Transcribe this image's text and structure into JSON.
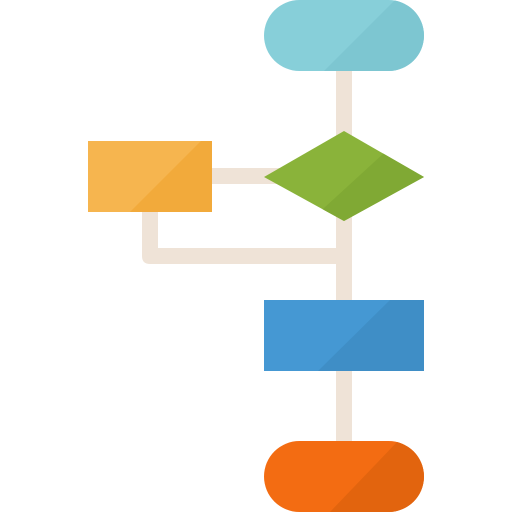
{
  "diagram": {
    "kind": "flowchart-icon",
    "text": [],
    "colors": {
      "background": "#FFFFFF",
      "connector": "#EFE3D7",
      "terminator_start": "#87CFD9",
      "terminator_start_shade": "#7DC6D1",
      "decision": "#8AB33A",
      "decision_shade": "#80A934",
      "side_process": "#F6B54F",
      "side_process_shade": "#F2AA3B",
      "process": "#4598D3",
      "process_shade": "#3F8EC6",
      "terminator_end": "#F36C12",
      "terminator_end_shade": "#E2640E"
    },
    "nodes": [
      {
        "id": "start",
        "shape": "terminator",
        "color_key": "terminator_start"
      },
      {
        "id": "decision",
        "shape": "diamond",
        "color_key": "decision"
      },
      {
        "id": "side",
        "shape": "rectangle",
        "color_key": "side_process"
      },
      {
        "id": "process",
        "shape": "rectangle",
        "color_key": "process"
      },
      {
        "id": "end",
        "shape": "terminator",
        "color_key": "terminator_end"
      }
    ],
    "edges": [
      {
        "from": "start",
        "to": "decision"
      },
      {
        "from": "decision",
        "to": "side"
      },
      {
        "from": "side",
        "to": "process"
      },
      {
        "from": "decision",
        "to": "process"
      },
      {
        "from": "process",
        "to": "end"
      }
    ]
  }
}
